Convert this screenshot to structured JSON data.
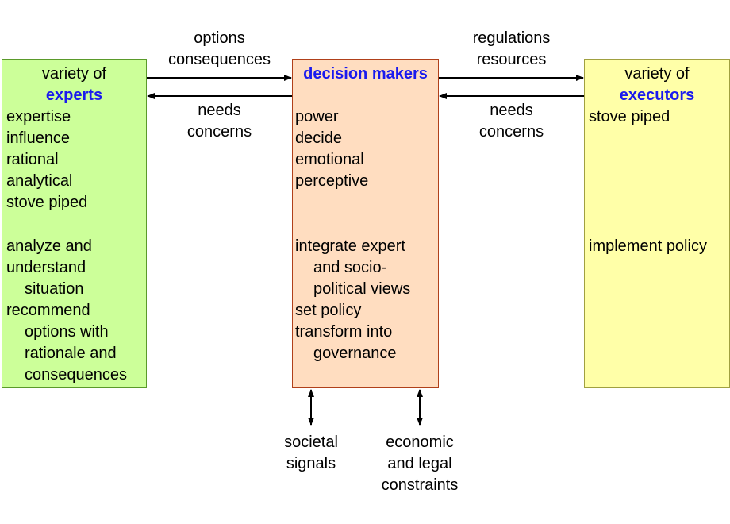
{
  "experts": {
    "title_line1": "variety of",
    "title_line2": "experts",
    "items": [
      "expertise",
      "influence",
      "rational",
      "analytical",
      "stove piped"
    ],
    "roles": [
      "analyze and",
      "understand",
      "situation",
      "recommend",
      "options with",
      "rationale and",
      "consequences"
    ]
  },
  "decision_makers": {
    "title": "decision makers",
    "items": [
      "power",
      "decide",
      "emotional",
      "perceptive"
    ],
    "roles": [
      "integrate expert",
      "and socio-",
      "political views",
      "set policy",
      "transform into",
      "governance"
    ]
  },
  "executors": {
    "title_line1": "variety of",
    "title_line2": "executors",
    "items": [
      "stove piped"
    ],
    "roles": [
      "implement policy"
    ]
  },
  "flows": {
    "to_dm_from_experts": [
      "options",
      "consequences"
    ],
    "to_experts": [
      "needs",
      "concerns"
    ],
    "to_exec": [
      "regulations",
      "resources"
    ],
    "to_dm_from_exec": [
      "needs",
      "concerns"
    ]
  },
  "inputs": {
    "societal": [
      "societal",
      "signals"
    ],
    "economic": [
      "economic",
      "and legal",
      "constraints"
    ]
  },
  "colors": {
    "title_blue": "#1a1aee",
    "experts_fill": "#ccff99",
    "dm_fill": "#ffddc0",
    "exec_fill": "#ffffa8"
  }
}
